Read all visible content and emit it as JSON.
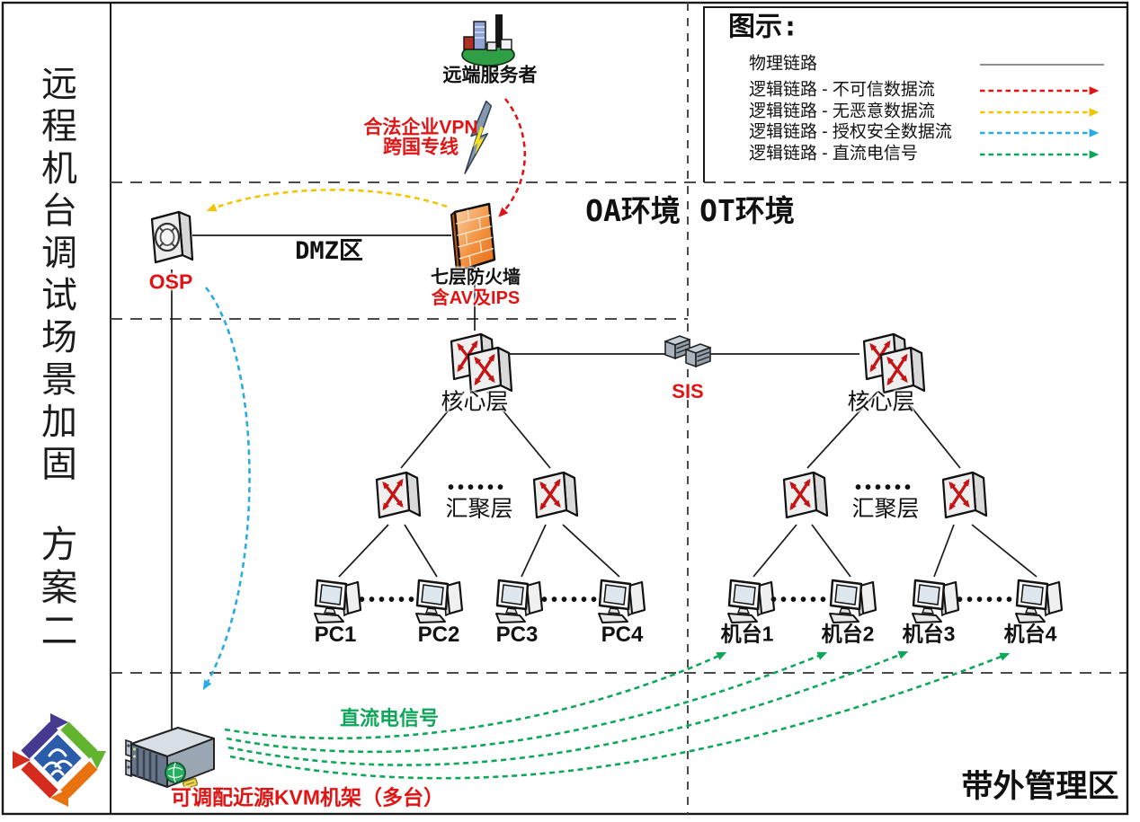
{
  "sidebar": {
    "title": "远程机台调试场景加固",
    "subtitle": "方案二"
  },
  "legend": {
    "title": "图示:",
    "items": [
      {
        "label": "物理链路",
        "style": "solid",
        "color": "#7f7f7f"
      },
      {
        "label": "逻辑链路 - 不可信数据流",
        "style": "dashed",
        "color": "#e01414"
      },
      {
        "label": "逻辑链路 - 无恶意数据流",
        "style": "dashed",
        "color": "#f2c500"
      },
      {
        "label": "逻辑链路 - 授权安全数据流",
        "style": "dashed",
        "color": "#2aace2"
      },
      {
        "label": "逻辑链路 - 直流电信号",
        "style": "dashed",
        "color": "#0ea75a"
      }
    ]
  },
  "zones": {
    "env_oa": "OA环境",
    "env_ot": "OT环境",
    "dmz": "DMZ区",
    "oob": "带外管理区"
  },
  "nodes": {
    "remote": {
      "label": "远端服务者"
    },
    "vpn": {
      "line1": "合法企业VPN",
      "line2": "跨国专线"
    },
    "osp": {
      "label": "OSP"
    },
    "firewall": {
      "label": "七层防火墙",
      "sublabel": "含AV及IPS"
    },
    "sis": {
      "label": "SIS"
    },
    "core_left": {
      "label": "核心层"
    },
    "core_right": {
      "label": "核心层"
    },
    "agg_left": {
      "label": "汇聚层",
      "dots": "••••••"
    },
    "agg_right": {
      "label": "汇聚层",
      "dots": "••••••"
    },
    "pc_dots": "••••••",
    "pcs": [
      "PC1",
      "PC2",
      "PC3",
      "PC4"
    ],
    "machines": [
      "机台1",
      "机台2",
      "机台3",
      "机台4"
    ],
    "kvm": {
      "label": "可调配近源KVM机架（多台）"
    },
    "dc_label": "直流电信号"
  },
  "colors": {
    "red": "#e01414",
    "yellow": "#f2c500",
    "blue": "#2aace2",
    "green": "#0ea75a",
    "line": "#1a1a1a",
    "zone": "#4a4a4a"
  }
}
